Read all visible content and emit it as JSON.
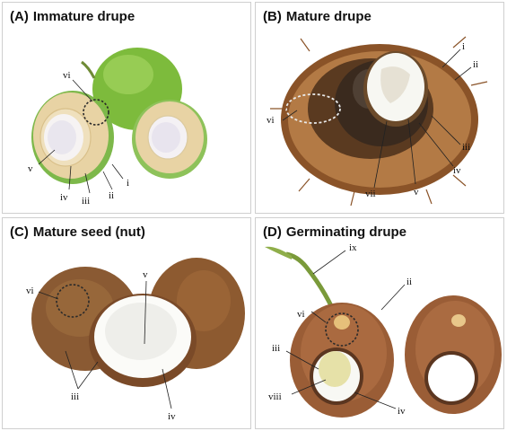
{
  "panels": {
    "a": {
      "tag": "(A)",
      "title": "Immature drupe",
      "labels": {
        "vi": "vi",
        "v": "v",
        "iv": "iv",
        "iii": "iii",
        "ii": "ii",
        "i": "i"
      }
    },
    "b": {
      "tag": "(B)",
      "title": "Mature drupe",
      "labels": {
        "i": "i",
        "ii": "ii",
        "vi": "vi",
        "iii": "iii",
        "iv": "iv",
        "v": "v",
        "vii": "vii"
      }
    },
    "c": {
      "tag": "(C)",
      "title": "Mature seed (nut)",
      "labels": {
        "vi": "vi",
        "v": "v",
        "iii": "iii",
        "iv": "iv"
      }
    },
    "d": {
      "tag": "(D)",
      "title": "Germinating drupe",
      "labels": {
        "ix": "ix",
        "ii": "ii",
        "vi": "vi",
        "iii": "iii",
        "viii": "viii",
        "iv": "iv"
      }
    }
  },
  "colors": {
    "husk_green": "#7dbb3c",
    "husk_fiber": "#e8d3a4",
    "mature_husk": "#8a5328",
    "shell_dark": "#3a2a1e",
    "endosperm": "#f7f7f2",
    "embryo": "#e6e1a8",
    "shoot": "#7a9a3a"
  }
}
